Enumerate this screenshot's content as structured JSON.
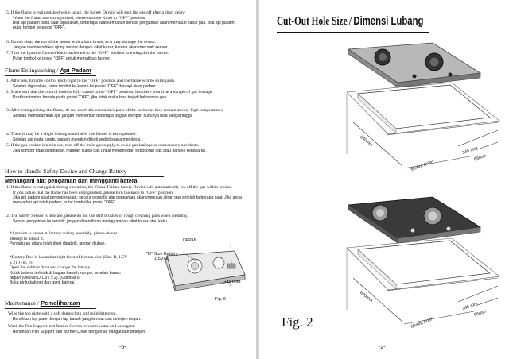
{
  "left_page": {
    "top_items": [
      {
        "en": "5.  If the flame is extinguished while using, the Safety Device will shut the gas off after a short delay.",
        "en2": "When the flame was extinguished, please turn the Knob to \"OFF\" position.",
        "id": "Bila api padam pada saat digunakan, beberapa saat kemudian sensor pengaman akan memutup katup gas. Bila api padam, putar tombol ke posisi \"OFF\"."
      },
      {
        "en": "6.  Do not clean the top of the sensor with a hard brush, as it may damage the sensor.",
        "id": "Jangan membersihkan ujung sensor dengan sikat kasar, karena akan merusak sensor."
      },
      {
        "en": "7.  Turn the Ignition Control Knob backward to the \"OFF\" position to extinguish the burner.",
        "id": "Putar tombol ke posisi \"OFF\" untuk mematikan burner."
      }
    ],
    "flame_heading_en": "Flame Extinguishing / ",
    "flame_heading_id": "Api Padam",
    "flame_items": [
      {
        "en": "1.  After use, turn the control knob right to the \"OFF\" position and the flame will be extinguish.",
        "id": "Setelah digunakan, putar tombol ke kanan ke posisi \"OFF\" dan api akan padam."
      },
      {
        "en": "2.  Make sure that the control knob is fully turned to the \"OFF\" position, lest there would be a danger of gas leakage.",
        "id": "Pastikan tombol berada pada posisi \"OFF\", jika tidak maka bisa terjadi kebocoran gas."
      },
      {
        "en": "3.  After extinguishing the flame, do not touch the conductive parts of the cooker as they remain at very high temperatures.",
        "id": "Setelah memadamkan api, jangan menyentuh beberapa bagian kompor, suhunya bisa sangat tinggi."
      },
      {
        "en": "4.  There is may be a slight hissing sound after the flames is extinguished.",
        "id": "Setelah api pada tungku padam mungkin diikuti sedikit suara mendesis."
      },
      {
        "en": "5.  If the gas cooker is not in use, turn off the main gas supply to avoid gas leakage or unnecessary accidents.",
        "id": "Jika kompor tidak digunakan, matikan suplai gas untuk menghindari kebocoran gas atau bahaya kebakaran."
      }
    ],
    "safety_heading": "How to Handle Safety Device and Change Battery",
    "safety_subheading": "Menangani alat pengaman dan mengganti baterai",
    "safety_items": [
      {
        "en": "1.  If the flame is extinguish during operation, the Flame Failure Safety Device will automatically cut off the gas within second.",
        "en2": "If you notice that the flame has been extinguished, please turn the knob to \"OFF\" position.",
        "id": "Jika api padam saat pengoperasian, secara otomatis alat pengaman akan menutup aliran gas setelah beberapa saat. Jika anda menyadari api telah padam, putar tombol ke posisi \"OFF\"."
      },
      {
        "en": "2.  The Safety Sensor is delicate, please do not use stiff brushes or rough cleaning pads when cleaning.",
        "id": "Sensor pengaman ini sensitif, jangan dibersihkan menggunakan sikat kasar atau kaku."
      }
    ],
    "aeration": {
      "en": "*Aeration is preset at factory during assembly, please do not attempt to adjust it.",
      "id": "Pengaturan udara telah diset dipabrik, jangan diubah."
    },
    "battery": {
      "en": "*Battery Box is located at right front of bottom side (Size D, 1.5V x 2). (Fig. 6)",
      "en2": "Open the cabinet door and change the battery.",
      "id": "Kotak baterai terletak di bagian bawah kompor sebelah kanan depan (Ukuran D,1.5V x 2). (Gambar 6)",
      "id2": "Buka pintu kabinet dan ganti baterai."
    },
    "fig6": {
      "depan": "DEPAN",
      "battery_label": "\"D\" Size Battery",
      "battery_spec": "1.5Vx2",
      "gas_inlet": "Gas Inlet",
      "caption": "Fig. 6"
    },
    "maintenance_heading_en": "Maintenance / ",
    "maintenance_heading_id": "Pemeliharaan",
    "maintenance_items": [
      {
        "en": "Wipe the  top plate with a soft damp cloth and mild detergent.",
        "id": "Bersihkan top plate dengan lap basah yang lembut dan deterjen ringan."
      },
      {
        "en": "Wash the Pan Support and Burner Covers in warm water and detergent.",
        "id": "Bersihkan Pan Support dan Burner Cover dengan air hangat dan deterjen."
      }
    ],
    "page_number": "-5-"
  },
  "right_page": {
    "title_en": "Cut-Out Hole Size",
    "title_sep": "/",
    "title_id": "Dimensi Lubang",
    "dims": {
      "w": "640mm",
      "d": "345 mm",
      "r": "55mm",
      "h": "65mm (min)"
    },
    "fig_caption": "Fig. 2",
    "page_number": "-2-"
  }
}
